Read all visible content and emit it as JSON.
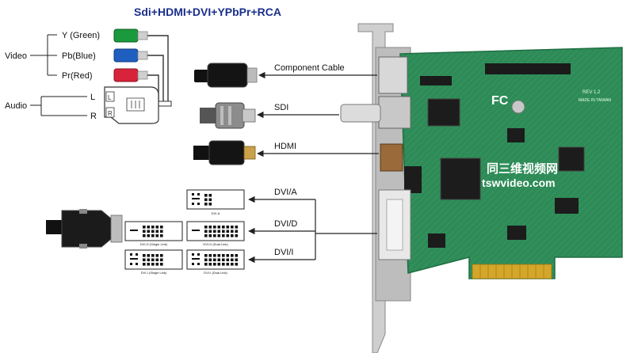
{
  "title": "Sdi+HDMI+DVI+YPbPr+RCA",
  "video_group": {
    "label": "Video",
    "channels": [
      {
        "label": "Y (Green)",
        "color": "#1a9a3c"
      },
      {
        "label": "Pb(Blue)",
        "color": "#1e5fc0"
      },
      {
        "label": "Pr(Red)",
        "color": "#d8243a"
      }
    ]
  },
  "audio_group": {
    "label": "Audio",
    "channels": [
      {
        "label": "L"
      },
      {
        "label": "R"
      }
    ]
  },
  "connectors": {
    "component": "Component Cable",
    "sdi": "SDI",
    "hdmi": "HDMI",
    "dvi_a": "DVI/A",
    "dvi_d": "DVI/D",
    "dvi_i": "DVI/I"
  },
  "dvi_captions": {
    "a": "DVI-A",
    "d_single": "DVI-D (Single Link)",
    "d_dual": "DVI-D (Dual Link)",
    "i_single": "DVI-I (Single Link)",
    "i_dual": "DVI-I (Dual Link)"
  },
  "board": {
    "fc_mark": "FC",
    "rev": "REV 1.2",
    "made_in": "MADE IN TAIWAN"
  },
  "watermark": {
    "line1": "同三维视频网",
    "line2": "tswvideo.com"
  },
  "colors": {
    "title": "#1a2f8c",
    "pcb": "#2e8b57",
    "pcb_dark": "#1f6e42",
    "gold": "#d4a62a",
    "bracket": "#c9c9c9"
  }
}
